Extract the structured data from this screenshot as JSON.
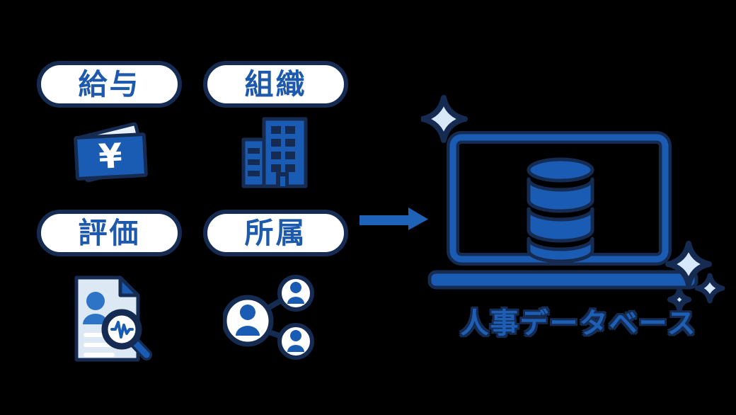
{
  "diagram": {
    "background_color": "#000000",
    "accent_blue": "#1A5CB4",
    "navy_outline": "#162B52",
    "light_blue": "#D8E8FB",
    "paper_blue": "#DCE8F4",
    "sources": [
      {
        "label": "給与",
        "icon": "yen-banknotes-icon"
      },
      {
        "label": "組織",
        "icon": "office-building-icon"
      },
      {
        "label": "評価",
        "icon": "document-analysis-icon"
      },
      {
        "label": "所属",
        "icon": "people-network-icon"
      }
    ],
    "money_symbol": "¥",
    "arrow_direction": "right",
    "database": {
      "caption": "人事データベース",
      "icon": "laptop-database-icon"
    }
  }
}
